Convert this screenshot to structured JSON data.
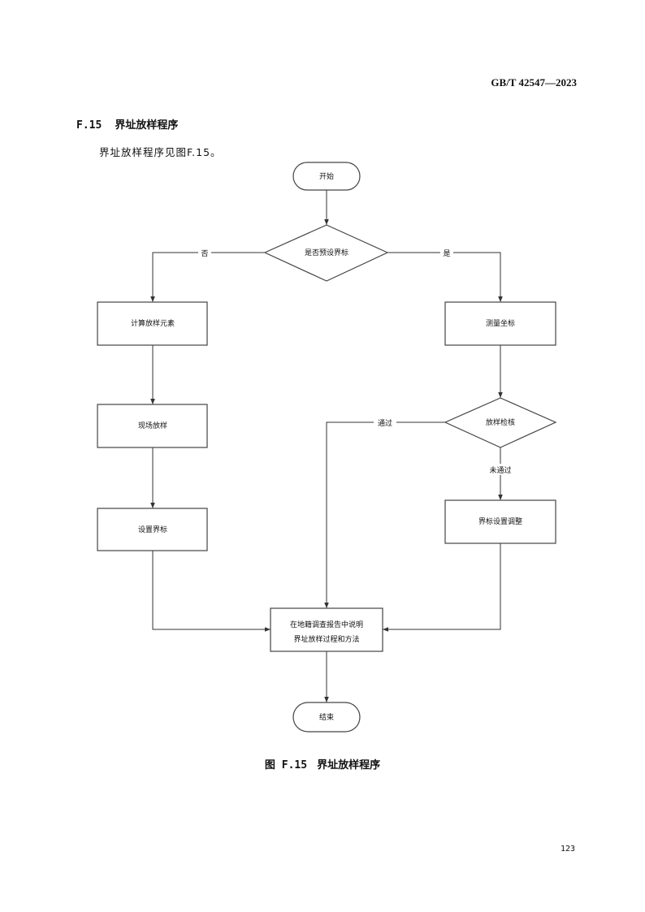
{
  "header": {
    "standard_code": "GB/T  42547—2023"
  },
  "section": {
    "number": "F.15",
    "title": "界址放样程序",
    "intro_text": "界址放样程序见图F.15。"
  },
  "flowchart": {
    "start": "开始",
    "decision_preset": "是否预设界标",
    "label_no": "否",
    "label_yes": "是",
    "calc_elements": "计算放样元素",
    "measure_coords": "测量坐标",
    "field_stakeout": "现场放样",
    "stakeout_check": "放样检核",
    "label_pass": "通过",
    "label_fail": "未通过",
    "set_marker": "设置界标",
    "adjust_marker": "界标设置调整",
    "report_line1": "在地籍调查报告中说明",
    "report_line2": "界址放样过程和方法",
    "end": "结束"
  },
  "figure": {
    "caption_number": "图 F.15",
    "caption_title": "界址放样程序"
  },
  "footer": {
    "page_number": "123"
  }
}
